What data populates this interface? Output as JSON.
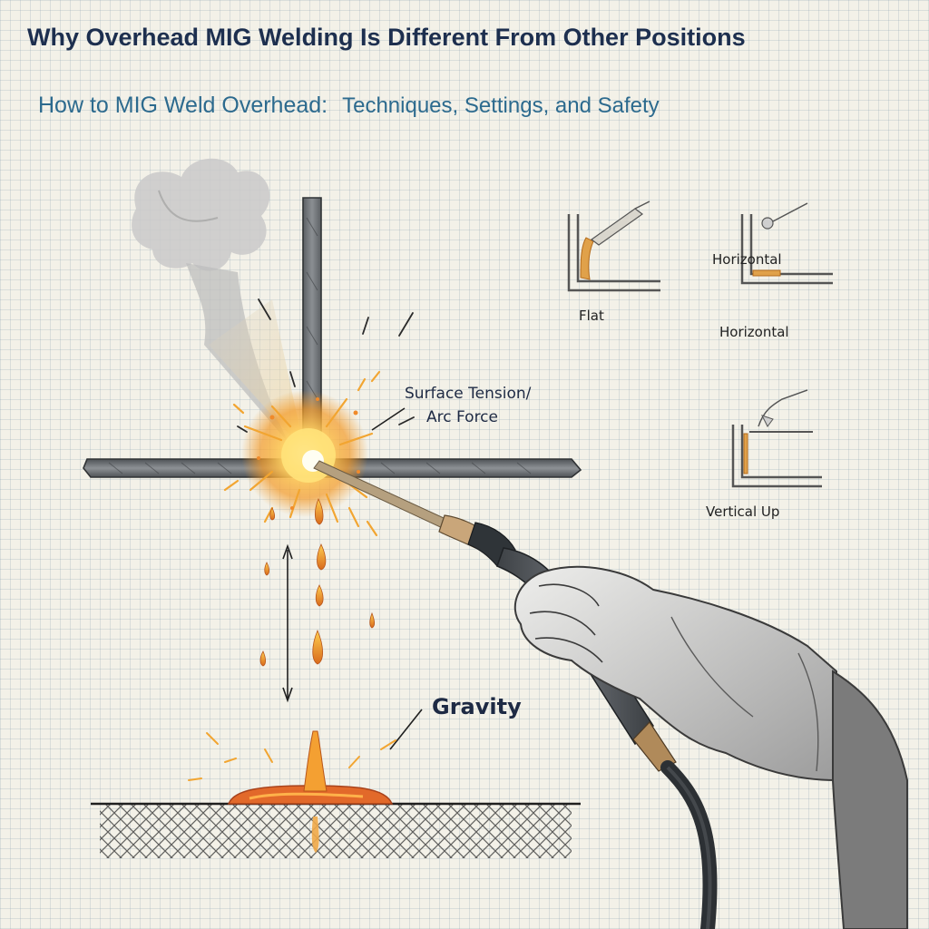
{
  "header": {
    "title": "Why Overhead MIG Welding Is Different From Other Positions",
    "subtitle_part1": "How to MIG Weld Overhead:",
    "subtitle_part2": "Techniques, Settings, and Safety"
  },
  "labels": {
    "surface_tension_line1": "Surface Tension/",
    "surface_tension_line2": "Arc Force",
    "gravity": "Gravity",
    "flat": "Flat",
    "horizontal_1": "Horizontal",
    "horizontal_2": "Horizontal",
    "vertical_up": "Vertical Up"
  },
  "colors": {
    "title": "#1d2f4f",
    "subtitle": "#2c6a8e",
    "spark": "#f2a531",
    "molten": "#e8a13a",
    "steel": "#6a6e73"
  }
}
